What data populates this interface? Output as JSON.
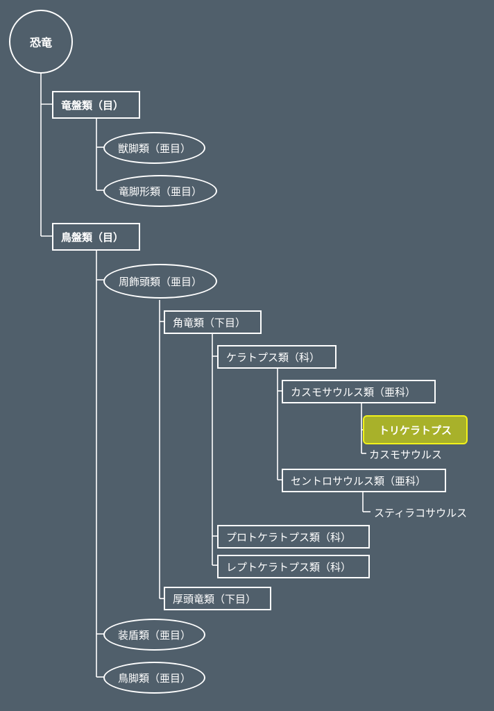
{
  "diagram": {
    "root": {
      "label": "恐竜"
    },
    "order_saurischia": {
      "label": "竜盤類（目）",
      "suborders": [
        {
          "label": "獣脚類（亜目）"
        },
        {
          "label": "竜脚形類（亜目）"
        }
      ]
    },
    "order_ornithischia": {
      "label": "鳥盤類（目）",
      "marginocephalia": {
        "label": "周飾頭類（亜目）",
        "ceratopsia": {
          "label": "角竜類（下目）",
          "ceratopsidae": {
            "label": "ケラトプス類（科）",
            "chasmosaurinae": {
              "label": "カスモサウルス類（亜科）",
              "triceratops": "トリケラトプス",
              "chasmosaurus": "カスモサウルス"
            },
            "centrosaurinae": {
              "label": "セントロサウルス類（亜科）",
              "styracosaurus": "スティラコサウルス"
            }
          },
          "protoceratopsidae": {
            "label": "プロトケラトプス類（科）"
          },
          "leptoceratopsidae": {
            "label": "レプトケラトプス類（科）"
          }
        },
        "pachycephalosauria": {
          "label": "厚頭竜類（下目）"
        }
      },
      "thyreophora": {
        "label": "装盾類（亜目）"
      },
      "ornithopoda": {
        "label": "鳥脚類（亜目）"
      }
    },
    "colors": {
      "background": "#505f6b",
      "line": "#ffffff",
      "highlight_fill": "#a8b12a",
      "highlight_border": "#f2f21a"
    }
  }
}
